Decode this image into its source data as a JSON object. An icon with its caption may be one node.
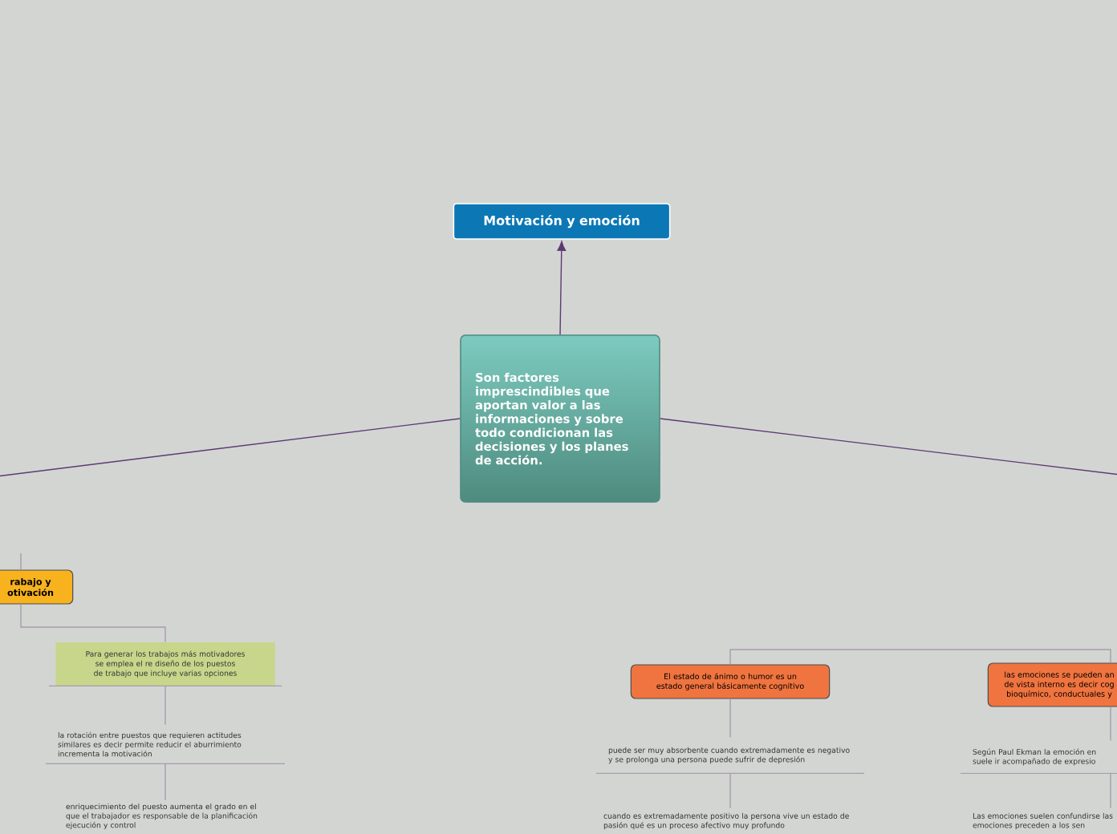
{
  "diagram": {
    "nodes": [
      {
        "text": [
          "Motivación y emoción"
        ]
      },
      {
        "text": [
          "Son factores imprescindibles que aportan valor a las informaciones y sobre todo condicionan las decisiones y los planes de acción."
        ]
      },
      {
        "text": [
          "rabajo y otivación"
        ]
      },
      {
        "text": [
          "Para generar los trabajos más motivadores se emplea el re diseño de los puestos de trabajo que incluye varias opciones"
        ]
      },
      {
        "text": [
          "la rotación entre puestos que requieren actitudes similares es decir permite reducir el aburrimiento incrementa la motivación"
        ]
      },
      {
        "text": [
          "enriquecimiento del puesto aumenta el grado en el que el trabajador es responsable de la planificación ejecución y control"
        ]
      },
      {
        "text": [
          "El estado de ánimo o humor es un estado general básicamente cognitivo"
        ]
      },
      {
        "text": [
          "puede ser muy absorbente cuando extremadamente es negativo y se prolonga una persona puede sufrir de depresión"
        ]
      },
      {
        "text": [
          "cuando es extremadamente positivo la persona vive un estado de pasión qué es un proceso afectivo muy profundo"
        ]
      },
      {
        "text": [
          "las emociones se pueden an de vista interno es decir cog bioquímico, conductuales y"
        ]
      },
      {
        "text": [
          "Según Paul Ekman la emoción en suele ir acompañado de expresio"
        ]
      },
      {
        "text": [
          "Las emociones suelen confundirse las emociones preceden a los sen"
        ]
      }
    ],
    "edges": [
      {
        "from": 1,
        "to": 0,
        "arrow": "to",
        "color": "#5b3a72"
      },
      {
        "from": 1,
        "to": null,
        "arrow": "none",
        "color": "#5b3a72"
      },
      {
        "from": 1,
        "to": null,
        "arrow": "none",
        "color": "#5b3a72"
      },
      {
        "from": null,
        "to": 2,
        "arrow": "none"
      },
      {
        "from": 2,
        "to": 3,
        "arrow": "none"
      },
      {
        "from": 3,
        "to": 4,
        "arrow": "none"
      },
      {
        "from": 4,
        "to": 5,
        "arrow": "none"
      },
      {
        "from": 6,
        "to": 9,
        "arrow": "none"
      },
      {
        "from": 6,
        "to": 7,
        "arrow": "none"
      },
      {
        "from": 7,
        "to": 8,
        "arrow": "none"
      },
      {
        "from": 9,
        "to": 10,
        "arrow": "none"
      },
      {
        "from": 10,
        "to": 11,
        "arrow": "none"
      }
    ]
  }
}
